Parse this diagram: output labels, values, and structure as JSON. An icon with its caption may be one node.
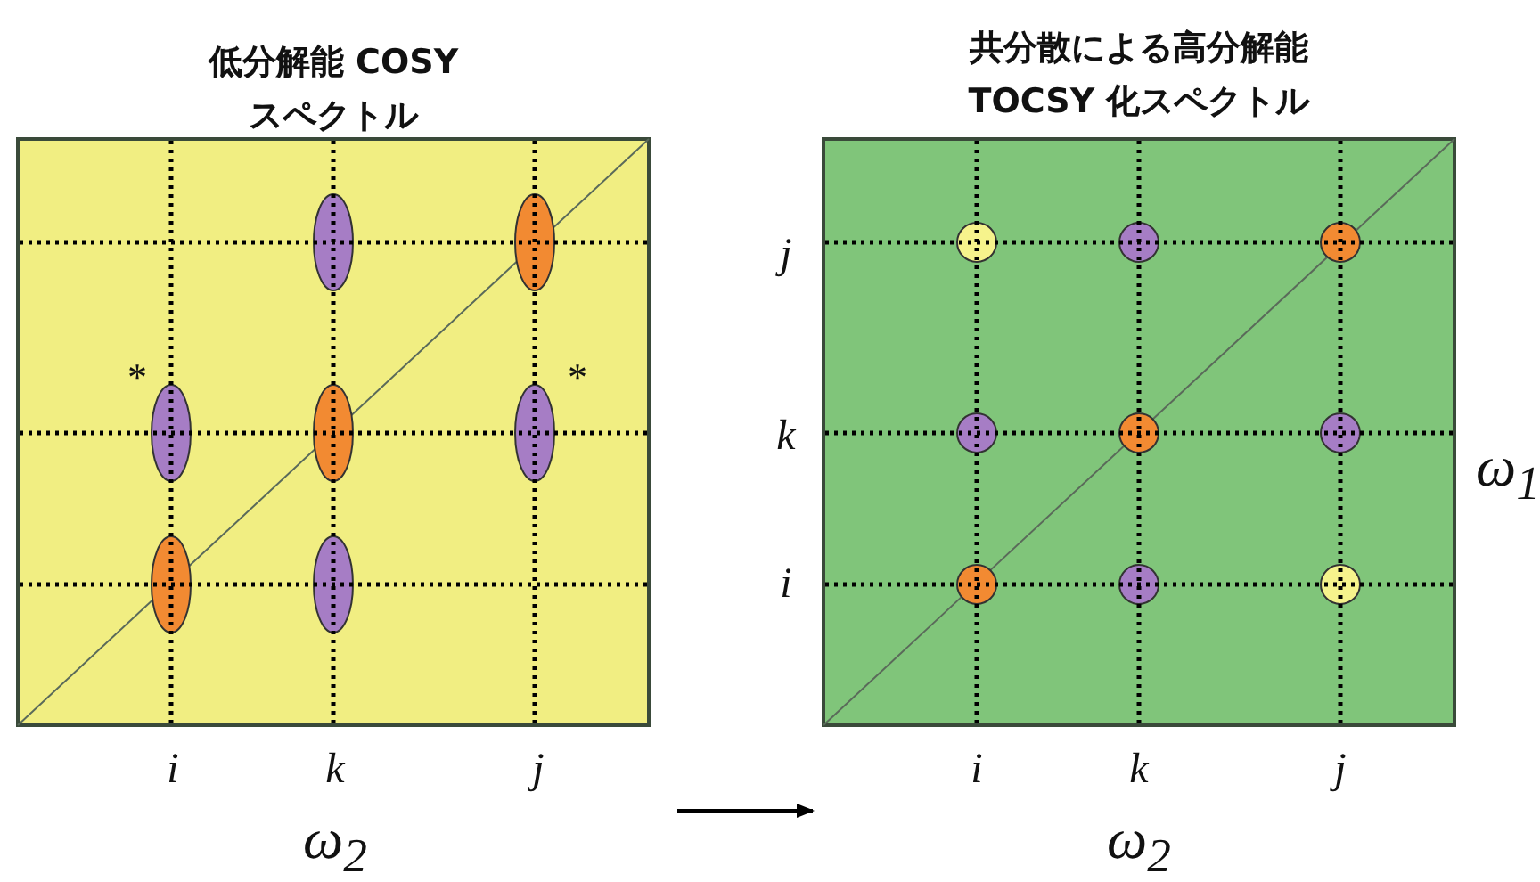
{
  "diagram": {
    "nodes": [
      {
        "text": [
          "低分解能 COSY スペクトル"
        ]
      },
      {
        "text": [
          "共分散による高分解能 TOCSY 化スペクトル"
        ]
      }
    ],
    "edges": [
      {
        "from": 0,
        "to": 1,
        "arrow": "to"
      }
    ],
    "labels": [
      "j",
      "*",
      "*",
      "k",
      "ω$_{1}$",
      "i",
      "i",
      "k",
      "j",
      "i",
      "k",
      "j",
      "ω$_{2}$",
      "ω$_{2}$"
    ]
  }
}
